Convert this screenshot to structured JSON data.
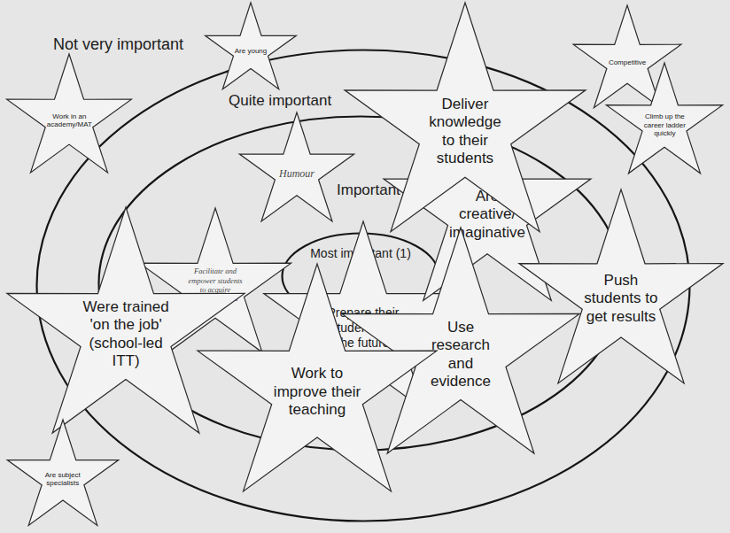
{
  "diagram": {
    "nodes": [
      {
        "text": [
          "Quite important"
        ]
      },
      {
        "text": [
          "Important"
        ],
        "in": 0
      },
      {
        "text": [
          "Most important (1)"
        ],
        "in": 1
      },
      {
        "text": [
          "Are young"
        ]
      },
      {
        "text": [
          "Competitive"
        ]
      },
      {
        "text": [
          "Work in an academy/MAT"
        ]
      },
      {
        "text": [
          "Deliver knowledge to their students"
        ],
        "in": 0
      },
      {
        "text": [
          "Climb up the career ladder quickly"
        ]
      },
      {
        "text": [
          "Humour"
        ],
        "in": 1
      },
      {
        "text": [
          "Are creative/ imaginative"
        ],
        "in": 1
      },
      {
        "text": [
          "Facilitate and empower students to acquire knowledge and skills"
        ],
        "in": 1
      },
      {
        "text": [
          "Prepare their students for the future"
        ],
        "in": 2
      },
      {
        "text": [
          "Push students to get results"
        ],
        "in": 0
      },
      {
        "text": [
          "Were trained 'on the job' (school-led ITT)"
        ],
        "in": 0
      },
      {
        "text": [
          "Use research and evidence"
        ],
        "in": 1
      },
      {
        "text": [
          "Work to improve their teaching"
        ],
        "in": 1
      },
      {
        "text": [
          "Are subject specialists"
        ]
      }
    ],
    "labels": [
      "Not very important"
    ]
  }
}
